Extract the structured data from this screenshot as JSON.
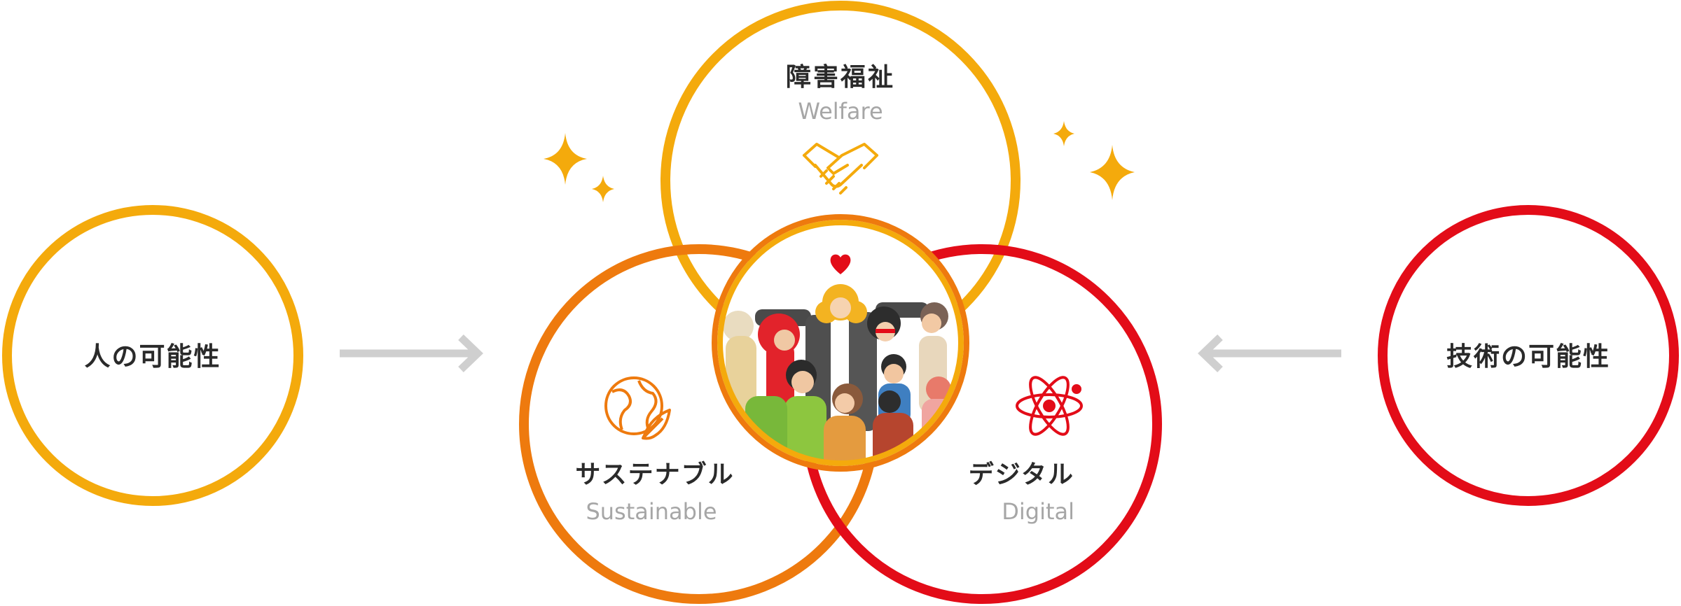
{
  "colors": {
    "yellow": "#f4aa0c",
    "orange": "#ee7a0e",
    "red": "#e30c18",
    "arrow": "#cfcfcf",
    "text_dark": "#2a2a2a",
    "text_gray": "#a6a6a6"
  },
  "left_circle": {
    "label": "人の可能性"
  },
  "right_circle": {
    "label": "技術の可能性"
  },
  "welfare": {
    "label_jp": "障害福祉",
    "label_en": "Welfare",
    "icon": "handshake-icon"
  },
  "sustainable": {
    "label_jp": "サステナブル",
    "label_en": "Sustainable",
    "icon": "globe-leaf-icon"
  },
  "digital": {
    "label_jp": "デジタル",
    "label_en": "Digital",
    "icon": "atom-icon"
  },
  "center": {
    "icon": "people-crowd-illustration",
    "heart": "heart-icon"
  },
  "decorations": {
    "sparkle": "sparkle-icon",
    "arrow": "arrow-icon"
  }
}
